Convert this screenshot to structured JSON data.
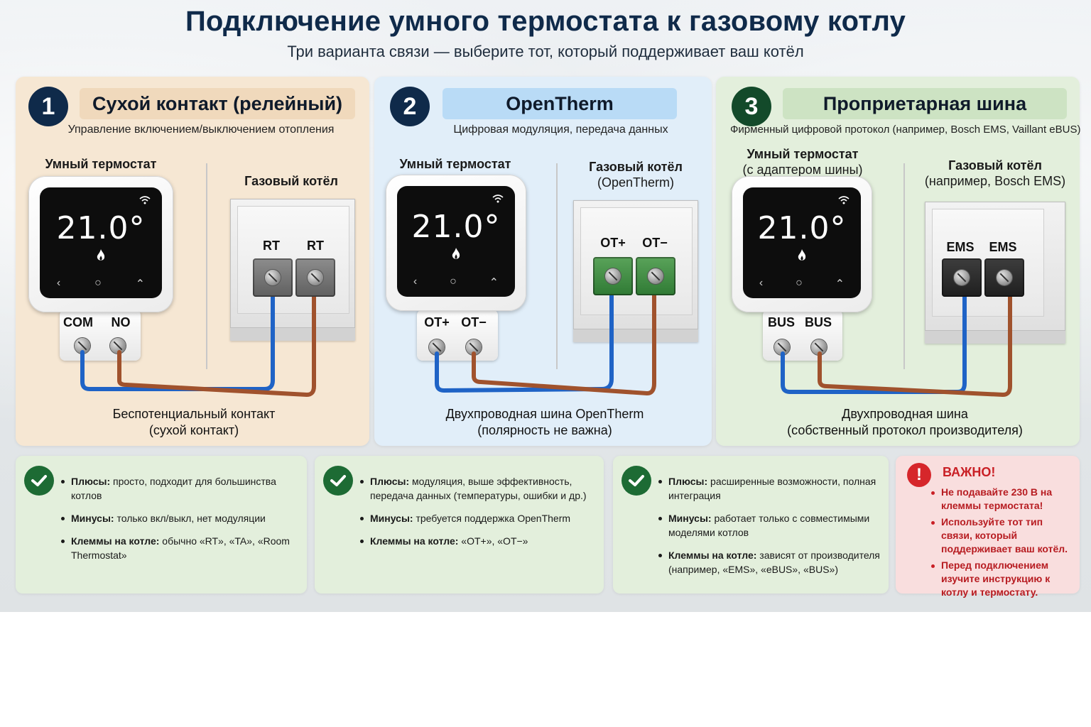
{
  "header": {
    "title": "Подключение умного термостата к газовому котлу",
    "subtitle": "Три варианта связи — выберите тот, который поддерживает ваш котёл"
  },
  "colors": {
    "wire_blue": "#1f63c6",
    "wire_brown": "#a0522d",
    "navy": "#0f2a4a",
    "alert_red": "#c91f25"
  },
  "options": [
    {
      "number": "1",
      "title": "Сухой контакт (релейный)",
      "description": "Управление включением/выключением отопления",
      "thermostat_label": "Умный термостат",
      "thermostat_sub": "",
      "boiler_label": "Газовый котёл",
      "boiler_sub": "",
      "temperature": "21.0°",
      "thermostat_terminals": [
        "COM",
        "NO"
      ],
      "boiler_terminals": [
        "RT",
        "RT"
      ],
      "boiler_terminal_color": "gray",
      "caption_line1": "Беспотенциальный контакт",
      "caption_line2": "(сухой контакт)"
    },
    {
      "number": "2",
      "title": "OpenTherm",
      "description": "Цифровая модуляция, передача данных",
      "thermostat_label": "Умный термостат",
      "thermostat_sub": "",
      "boiler_label": "Газовый котёл",
      "boiler_sub": "(OpenTherm)",
      "temperature": "21.0°",
      "thermostat_terminals": [
        "OT+",
        "OT−"
      ],
      "boiler_terminals": [
        "OT+",
        "OT−"
      ],
      "boiler_terminal_color": "green",
      "caption_line1": "Двухпроводная шина OpenTherm",
      "caption_line2": "(полярность не важна)"
    },
    {
      "number": "3",
      "title": "Проприетарная шина",
      "description": "Фирменный цифровой протокол (например, Bosch EMS, Vaillant eBUS)",
      "thermostat_label": "Умный термостат",
      "thermostat_sub": "(с адаптером шины)",
      "boiler_label": "Газовый котёл",
      "boiler_sub": "(например, Bosch EMS)",
      "temperature": "21.0°",
      "thermostat_terminals": [
        "BUS",
        "BUS"
      ],
      "boiler_terminals": [
        "EMS",
        "EMS"
      ],
      "boiler_terminal_color": "black",
      "caption_line1": "Двухпроводная шина",
      "caption_line2": "(собственный протокол производителя)"
    }
  ],
  "cards": [
    {
      "items": [
        {
          "label": "Плюсы:",
          "text": " просто, подходит для большинства котлов"
        },
        {
          "label": "Минусы:",
          "text": " только вкл/выкл, нет модуляции"
        },
        {
          "label": "Клеммы на котле:",
          "text": " обычно «RT», «TA», «Room Thermostat»"
        }
      ]
    },
    {
      "items": [
        {
          "label": "Плюсы:",
          "text": " модуляция, выше эффективность, передача данных (температуры, ошибки и др.)"
        },
        {
          "label": "Минусы:",
          "text": " требуется поддержка OpenTherm"
        },
        {
          "label": "Клеммы на котле:",
          "text": " «OT+», «OT−»"
        }
      ]
    },
    {
      "items": [
        {
          "label": "Плюсы:",
          "text": " расширенные возможности, полная интеграция"
        },
        {
          "label": "Минусы:",
          "text": " работает только с совместимыми моделями котлов"
        },
        {
          "label": "Клеммы на котле:",
          "text": " зависят от производителя (например, «EMS», «eBUS», «BUS»)"
        }
      ]
    }
  ],
  "alert": {
    "icon": "!",
    "title": "ВАЖНО!",
    "items": [
      "Не подавайте 230 В на клеммы термостата!",
      "Используйте тот тип связи, который поддерживает ваш котёл.",
      "Перед подключением изучите инструкцию к котлу и термостату."
    ]
  }
}
